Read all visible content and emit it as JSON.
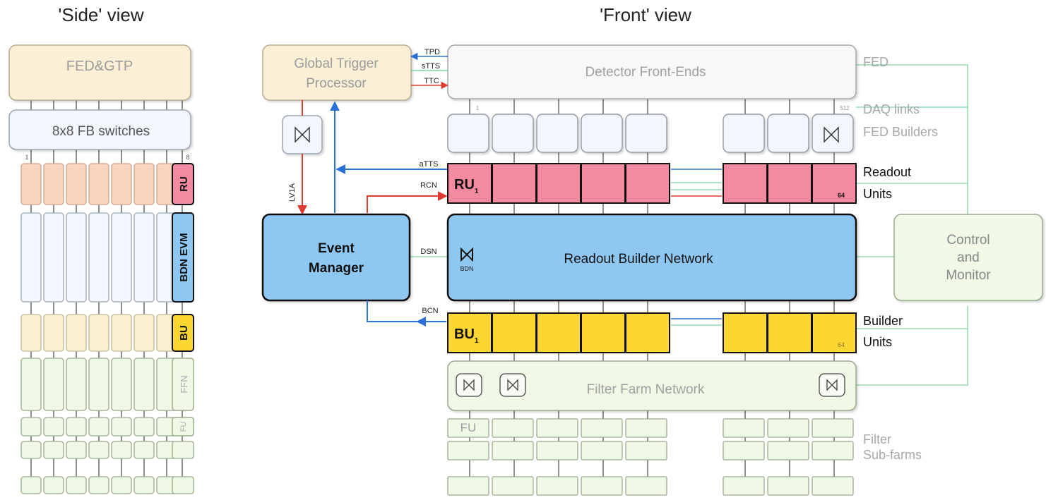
{
  "titles": {
    "side": "'Side' view",
    "front": "'Front' view"
  },
  "side_view": {
    "fed_gtp": "FED&GTP",
    "fb_switches": "8x8 FB switches",
    "col_first": "1",
    "col_last": "8",
    "ru": "RU",
    "bdn_evm": "BDN EVM",
    "bu": "BU",
    "ffn": "FFN",
    "fu": "FU"
  },
  "front_view": {
    "global_trigger": [
      "Global Trigger",
      "Processor"
    ],
    "detector_front_ends": "Detector Front-Ends",
    "link_first": "1",
    "link_last": "512",
    "event_manager": [
      "Event",
      "Manager"
    ],
    "readout_builder_network": "Readout Builder Network",
    "bdn_small": "BDN",
    "filter_farm_network": "Filter Farm Network",
    "fu_box": "FU",
    "ru1": "RU",
    "ru_sub": "1",
    "ru64": "64",
    "bu1": "BU",
    "bu_sub": "1",
    "bu64": "64",
    "control_monitor": [
      "Control",
      "and",
      "Monitor"
    ]
  },
  "signals": {
    "tpd": "TPD",
    "stts": "sTTS",
    "ttc": "TTC",
    "lv1a": "LV1A",
    "atts": "aTTS",
    "rcn": "RCN",
    "dsn": "DSN",
    "bcn": "BCN"
  },
  "right_labels": {
    "fed": "FED",
    "daq_links": "DAQ links",
    "fed_builders": "FED Builders",
    "readout": "Readout",
    "units_ru": "Units",
    "builder": "Builder",
    "units_bu": "Units",
    "filter": "Filter",
    "sub_farms": "Sub-farms"
  },
  "colors": {
    "fed_fill": "#fbf0d6",
    "fb_fill": "#f3f7fd",
    "ru_fill": "#f48aa0",
    "ru_side_fill": "#fbd4bd",
    "bdn_fill": "#8ec8f2",
    "bdn_side_fill": "#f3f7fd",
    "bu_fill": "#fdd632",
    "bu_side_fill": "#fbefd1",
    "farm_fill": "#f0f8e6",
    "det_fill": "#f8f8f8",
    "accent_red": "#e03b30",
    "accent_blue": "#2b6fd8",
    "accent_green": "#7fd3a0"
  }
}
